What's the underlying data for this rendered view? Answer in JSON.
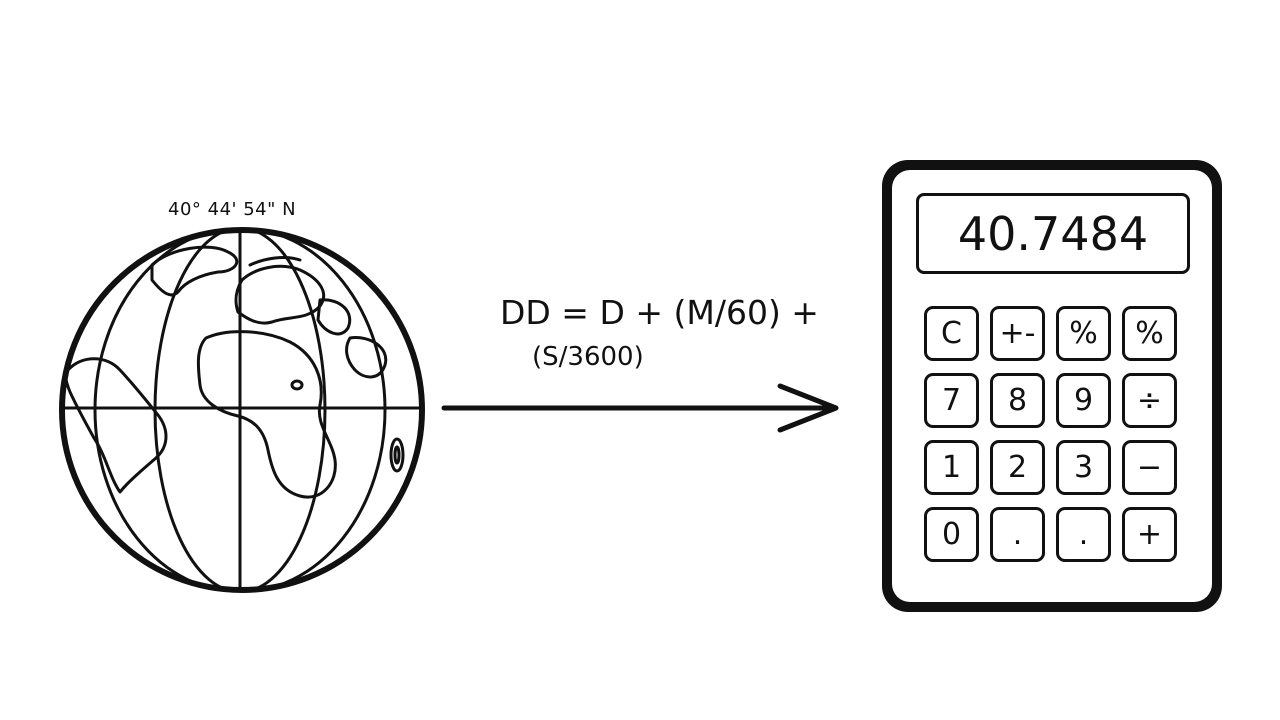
{
  "globe": {
    "coordinate_label": "40° 44' 54\" N"
  },
  "formula": {
    "line1": "DD = D + (M/60) +",
    "line2": "(S/3600)"
  },
  "calculator": {
    "display_value": "40.7484",
    "keys": [
      "C",
      "+-",
      "%",
      "%",
      "7",
      "8",
      "9",
      "÷",
      "1",
      "2",
      "3",
      "−",
      "0",
      ".",
      ".",
      "+"
    ]
  },
  "colors": {
    "stroke": "#111111",
    "background": "#ffffff"
  }
}
